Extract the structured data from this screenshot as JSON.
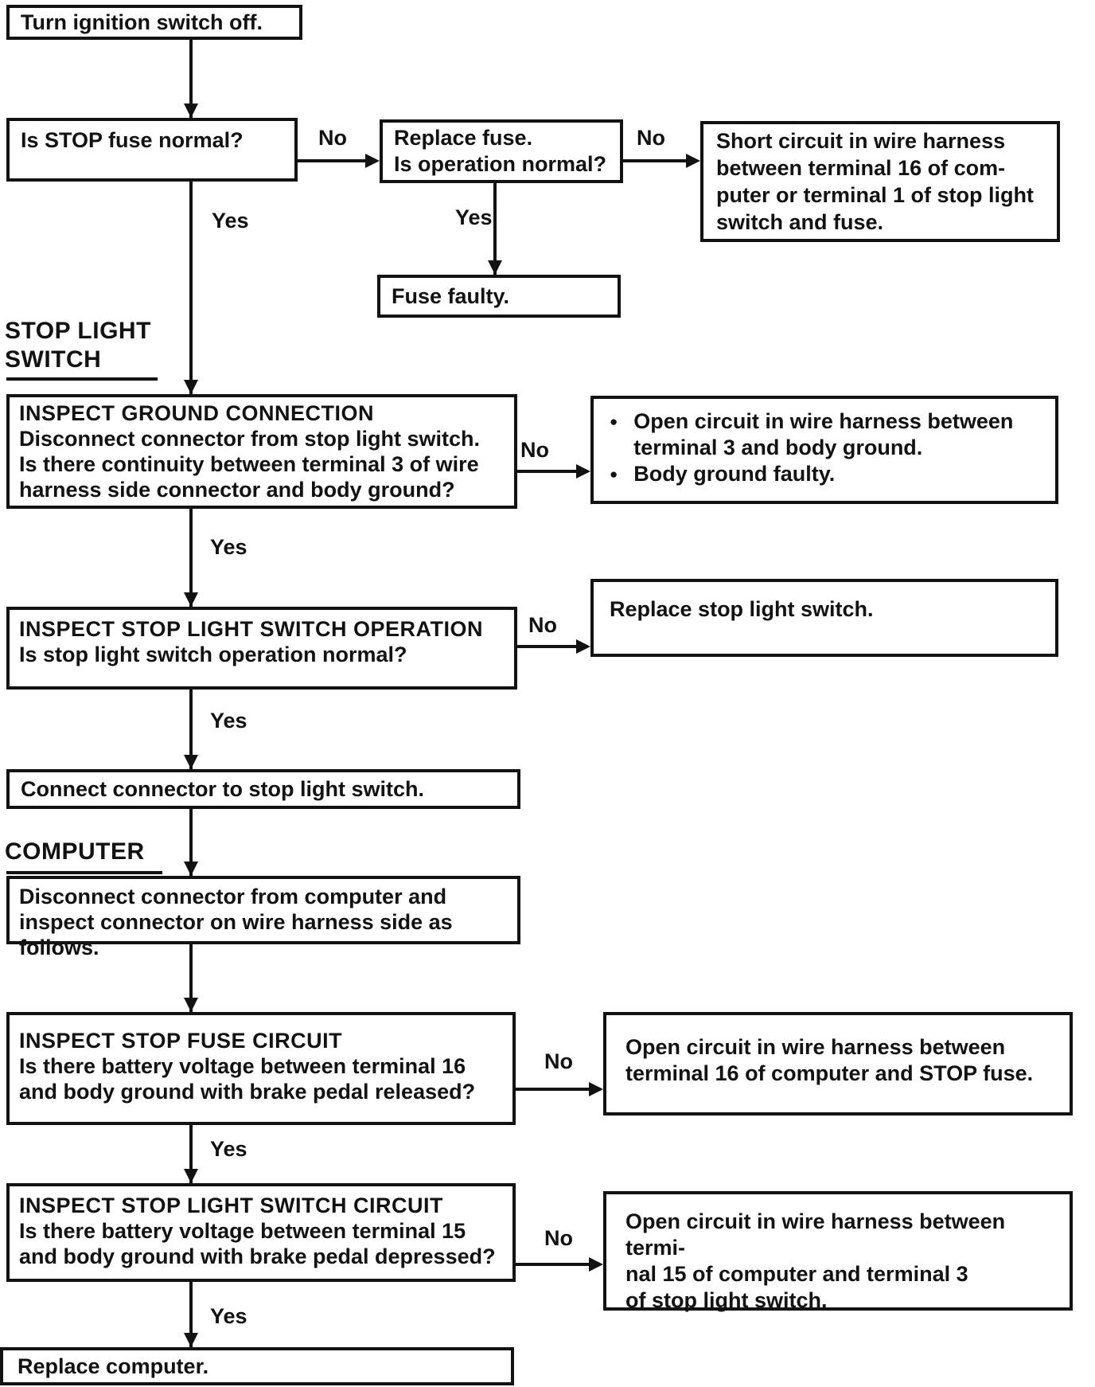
{
  "colors": {
    "ink": "#121212",
    "paper": "#ffffff"
  },
  "labels": {
    "yes": "Yes",
    "no": "No",
    "bullet": "●"
  },
  "headings": {
    "stop_light_switch": [
      "STOP LIGHT",
      "SWITCH"
    ],
    "computer": "COMPUTER"
  },
  "nodes": {
    "turn_ignition_off": "Turn ignition switch off.",
    "is_stop_fuse_normal": "Is STOP fuse normal?",
    "replace_fuse": [
      "Replace fuse.",
      "Is operation normal?"
    ],
    "short_circuit_result": [
      "Short circuit in wire harness",
      "between terminal 16 of com-",
      "puter or terminal 1 of stop light",
      "switch and fuse."
    ],
    "fuse_faulty": "Fuse faulty.",
    "inspect_ground_connection": {
      "title": "INSPECT GROUND CONNECTION",
      "body": [
        "Disconnect connector from stop light switch.",
        "Is there continuity between terminal 3 of wire",
        "harness side connector and body ground?"
      ]
    },
    "ground_fault_result": {
      "bullet_1": [
        "Open circuit in wire harness between",
        "terminal 3 and body ground."
      ],
      "bullet_2": "Body ground faulty."
    },
    "inspect_stop_light_switch_operation": {
      "title": "INSPECT STOP LIGHT SWITCH OPERATION",
      "body": "Is stop light switch operation normal?"
    },
    "replace_stop_light_switch": "Replace stop light switch.",
    "connect_connector": "Connect connector to stop light switch.",
    "disconnect_computer": [
      "Disconnect connector from computer and",
      "inspect connector on wire harness side as follows."
    ],
    "inspect_stop_fuse_circuit": {
      "title": "INSPECT STOP FUSE CIRCUIT",
      "body": [
        "Is there battery voltage between terminal 16",
        "and body ground with brake pedal released?"
      ]
    },
    "open_circuit_terminal16": [
      "Open circuit in wire harness between",
      "terminal 16 of computer and STOP fuse."
    ],
    "inspect_stop_light_switch_circuit": {
      "title": "INSPECT STOP LIGHT SWITCH CIRCUIT",
      "body": [
        "Is there battery voltage between terminal 15",
        "and body ground with brake pedal depressed?"
      ]
    },
    "open_circuit_terminal15": [
      "Open circuit in wire harness between termi-",
      "nal 15 of computer and terminal 3",
      "of stop light switch."
    ],
    "replace_computer": "Replace computer."
  }
}
